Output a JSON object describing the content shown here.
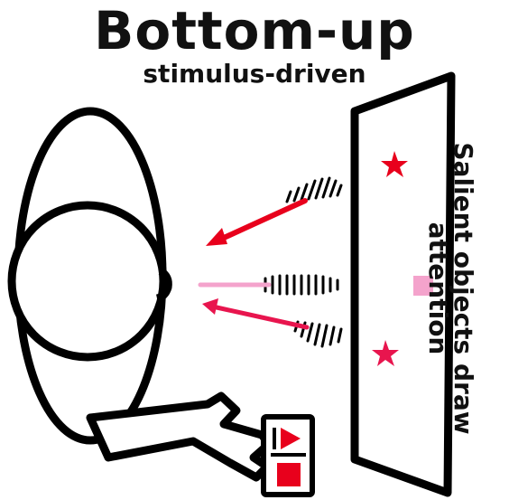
{
  "diagram": {
    "title": "Bottom-up",
    "subtitle": "stimulus-driven",
    "side_caption_line1": "Salient objects draw",
    "side_caption_line2": "attention",
    "icons": {
      "viewer": "head-icon",
      "display": "screen-panel-icon",
      "remote": "remote-control-icon"
    },
    "colors": {
      "red": "#e8001c",
      "pink": "#f4a3cc",
      "magenta": "#e8154e",
      "ink": "#000000"
    }
  }
}
